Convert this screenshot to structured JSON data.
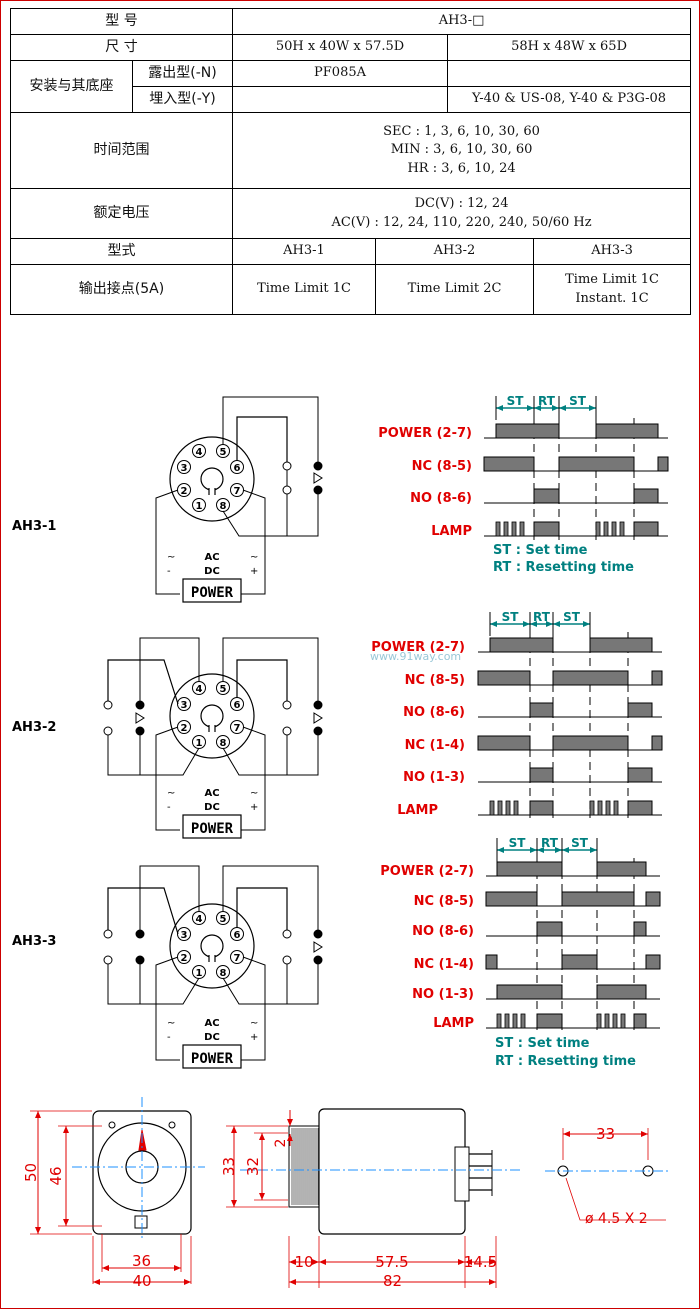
{
  "spec_table": {
    "model_label": "型 号",
    "model_value": "AH3-□",
    "size_label": "尺 寸",
    "size_a": "50H x 40W x 57.5D",
    "size_b": "58H x 48W x 65D",
    "mount_label": "安装与其底座",
    "exposed_label": "露出型(-N)",
    "exposed_a": "PF085A",
    "exposed_b": "",
    "embedded_label": "埋入型(-Y)",
    "embedded_a": "",
    "embedded_b": "Y-40 & US-08, Y-40 & P3G-08",
    "time_label": "时间范围",
    "time_sec": "SEC : 1, 3, 6, 10, 30, 60",
    "time_min": "MIN : 3, 6, 10, 30, 60",
    "time_hr": "HR : 3, 6, 10, 24",
    "voltage_label": "额定电压",
    "voltage_dc": "DC(V) : 12, 24",
    "voltage_ac": "AC(V) : 12, 24, 110, 220, 240, 50/60 Hz",
    "type_label": "型式",
    "type_1": "AH3-1",
    "type_2": "AH3-2",
    "type_3": "AH3-3",
    "output_label": "输出接点(5A)",
    "output_1": "Time Limit 1C",
    "output_2": "Time Limit 2C",
    "output_3a": "Time Limit 1C",
    "output_3b": "Instant. 1C"
  },
  "diagrams": {
    "model_1": "AH3-1",
    "model_2": "AH3-2",
    "model_3": "AH3-3",
    "power": "POWER",
    "ac": "AC",
    "dc": "DC",
    "tilde": "~",
    "minus": "-",
    "plus": "+",
    "pins": [
      "1",
      "2",
      "3",
      "4",
      "5",
      "6",
      "7",
      "8"
    ],
    "st": "ST",
    "rt": "RT",
    "sig_power": "POWER (2-7)",
    "sig_nc85": "NC (8-5)",
    "sig_no86": "NO (8-6)",
    "sig_nc14": "NC (1-4)",
    "sig_no13": "NO (1-3)",
    "sig_lamp": "LAMP",
    "legend_st": "ST : Set time",
    "legend_rt": "RT : Resetting time",
    "watermark": "www.91way.com",
    "colors": {
      "red": "#e00000",
      "teal": "#008080",
      "bar": "#777777",
      "wm": "#9ac8d8"
    }
  },
  "dimensions": {
    "d50": "50",
    "d46": "46",
    "d36": "36",
    "d40": "40",
    "d33a": "33",
    "d32": "32",
    "d2": "2",
    "d10": "10",
    "d575": "57.5",
    "d145": "14.5",
    "d82": "82",
    "d33b": "33",
    "hole": "ø 4.5 X 2"
  }
}
